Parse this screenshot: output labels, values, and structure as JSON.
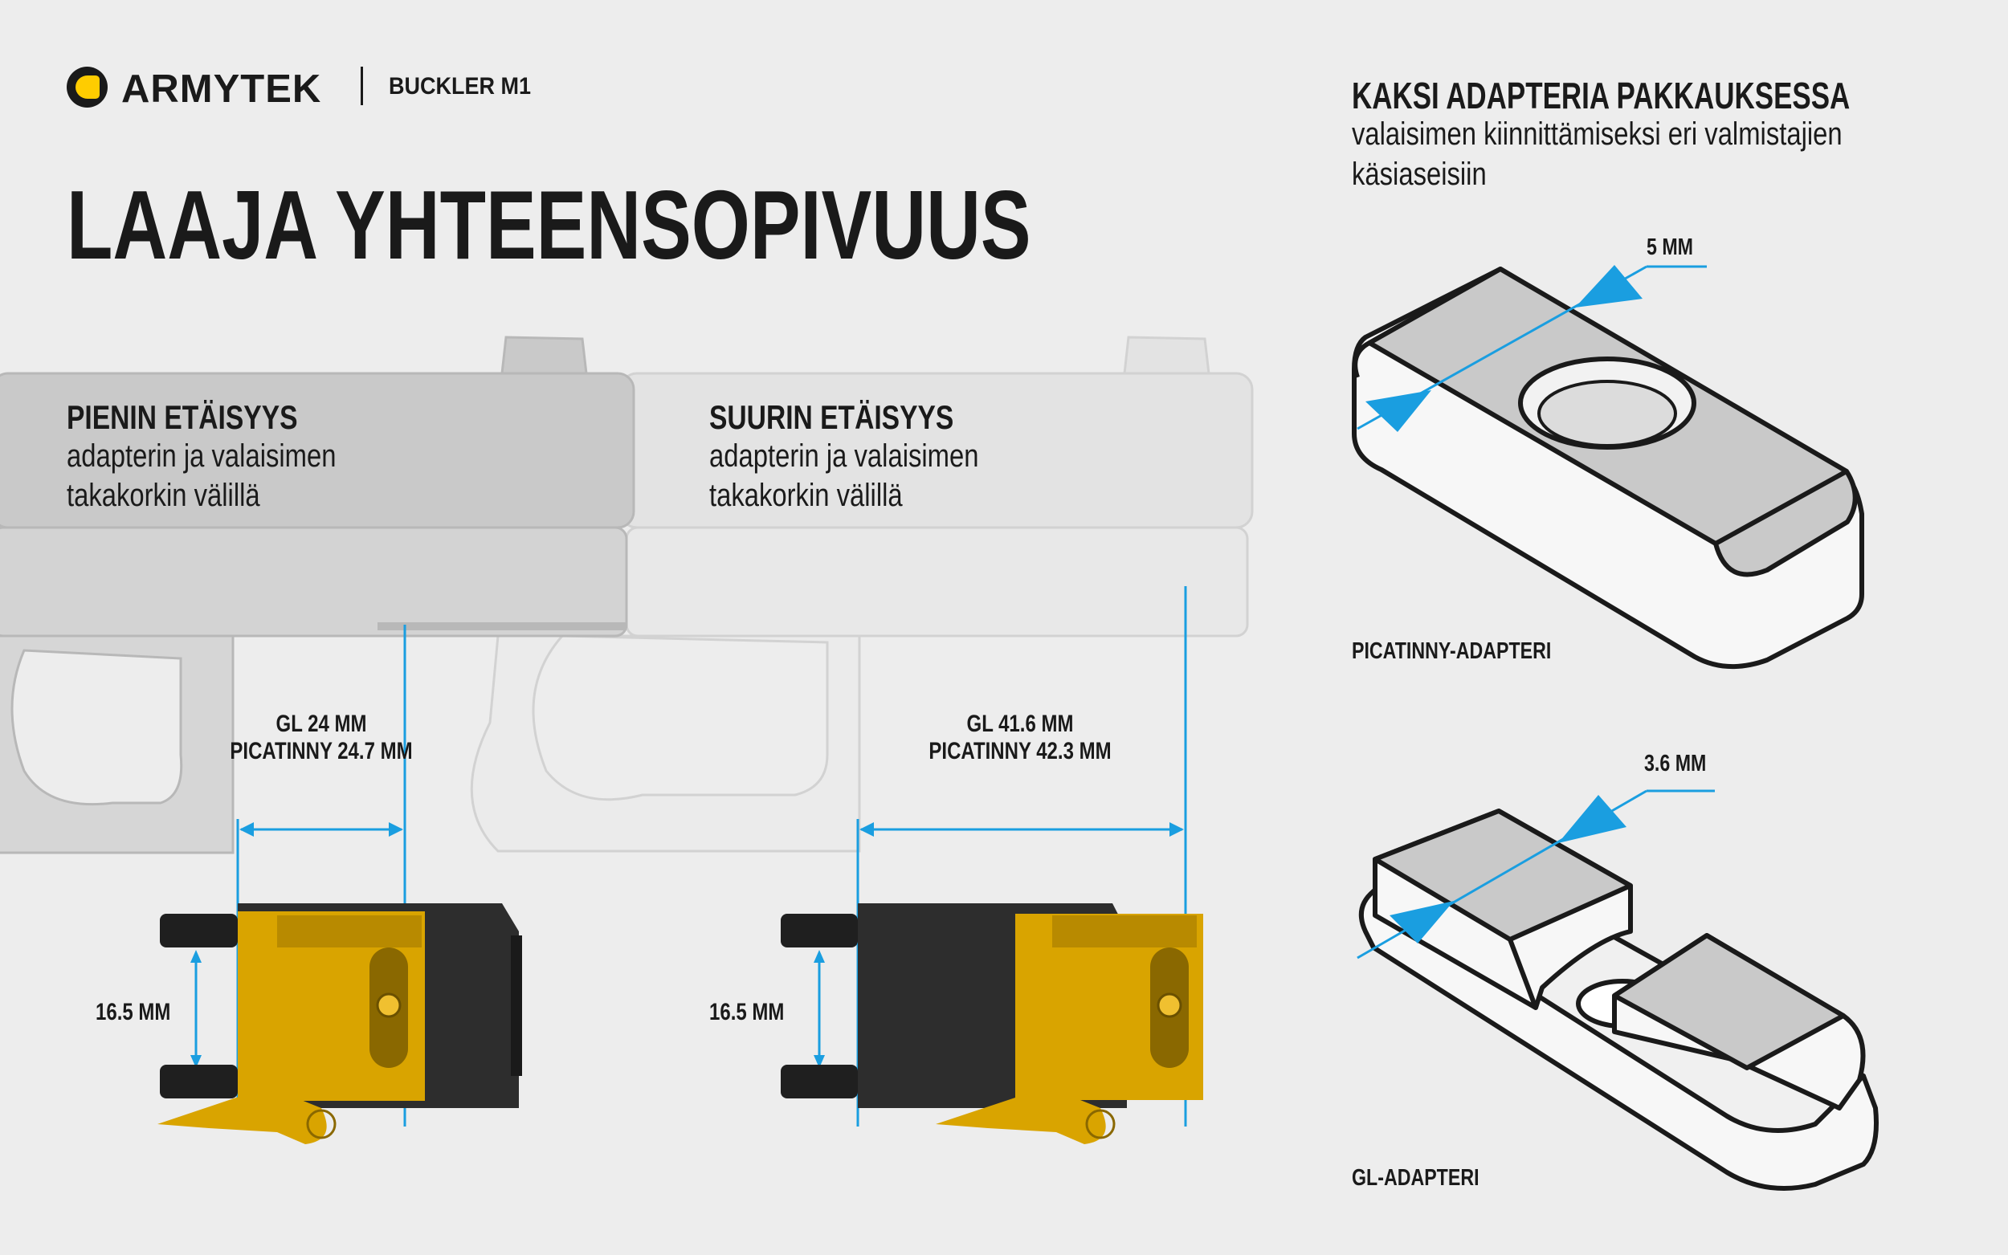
{
  "brand": {
    "name": "ARMYTEK",
    "product": "BUCKLER M1"
  },
  "title": "LAAJA YHTEENSOPIVUUS",
  "min_distance": {
    "heading": "PIENIN ETÄISYYS",
    "line1": "adapterin ja valaisimen",
    "line2": "takakorkin välillä",
    "gl": "GL 24 MM",
    "picatinny": "PICATINNY 24.7 MM",
    "height": "16.5 MM"
  },
  "max_distance": {
    "heading": "SUURIN ETÄISYYS",
    "line1": "adapterin ja valaisimen",
    "line2": "takakorkin välillä",
    "gl": "GL 41.6 MM",
    "picatinny": "PICATINNY 42.3 MM",
    "height": "16.5 MM"
  },
  "adapters": {
    "heading": "KAKSI ADAPTERIA PAKKAUKSESSA",
    "line1": "valaisimen kiinnittämiseksi eri valmistajien",
    "line2": "käsiaseisiin",
    "picatinny": {
      "label": "PICATINNY-ADAPTERI",
      "dimension": "5 MM"
    },
    "gl": {
      "label": "GL-ADAPTERI",
      "dimension": "3.6 MM"
    }
  },
  "colors": {
    "accent_blue": "#1a9ee0",
    "adapter_yellow": "#d9a400",
    "logo_yellow": "#ffcc00",
    "dark": "#1a1a1a"
  }
}
